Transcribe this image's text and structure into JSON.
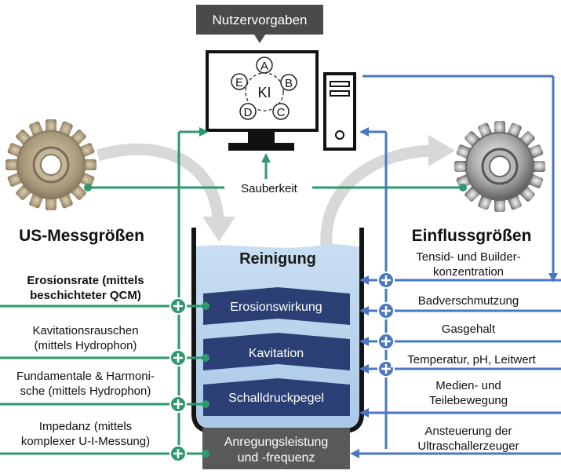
{
  "header": {
    "title": "Nutzervorgaben"
  },
  "computer": {
    "center_label": "KI",
    "nodes": [
      "A",
      "B",
      "C",
      "D",
      "E"
    ]
  },
  "sauberkeit": "Sauberkeit",
  "left": {
    "heading": "US-Messgrößen",
    "items": [
      {
        "line1": "Erosionsrate (mittels",
        "line2": "beschichteter QCM)"
      },
      {
        "line1": "Kavitationsrauschen",
        "line2": "(mittels Hydrophon)"
      },
      {
        "line1": "Fundamentale & Harmoni-",
        "line2": "sche (mittels Hydrophon)"
      },
      {
        "line1": "Impedanz (mittels",
        "line2": "komplexer U-I-Messung)"
      }
    ]
  },
  "right": {
    "heading": "Einflussgrößen",
    "items": [
      {
        "line1": "Tensid- und Builder-",
        "line2": "konzentration"
      },
      {
        "line1": "Badverschmutzung",
        "line2": ""
      },
      {
        "line1": "Gasgehalt",
        "line2": ""
      },
      {
        "line1": "Temperatur, pH, Leitwert",
        "line2": ""
      },
      {
        "line1": "Medien- und",
        "line2": "Teilebewegung"
      },
      {
        "line1": "Ansteuerung der",
        "line2": "Ultraschallerzeuger"
      }
    ]
  },
  "tank": {
    "title": "Reinigung",
    "layers": [
      "Erosionswirkung",
      "Kavitation",
      "Schalldruckpegel"
    ],
    "base_line1": "Anregungsleistung",
    "base_line2": "und -frequenz"
  },
  "colors": {
    "green": "#2e9a6c",
    "blue": "#4a78c0",
    "dark": "#4a4a4a",
    "navy": "#2c3f74",
    "water": "#b9d4ee"
  }
}
